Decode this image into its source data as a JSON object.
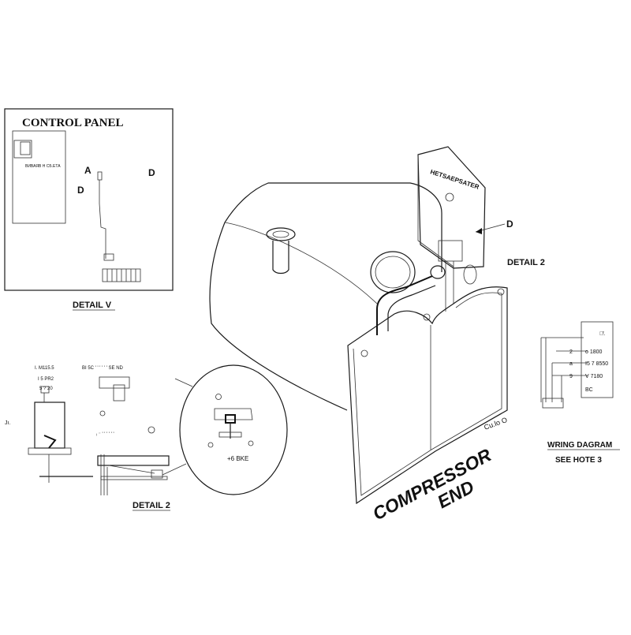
{
  "control_panel": {
    "title": "CONTROL PANEL",
    "inner_label": "ВИВАЯВ Н СБ.ЕТА",
    "letter_a": "A",
    "letter_d1": "D",
    "letter_d2": "D"
  },
  "detail_v": {
    "caption": "DETAIL V"
  },
  "tank": {
    "sign_text": "НЕТЅАЕРЅАТЕR",
    "callout_d": "D",
    "callout_detail": "DETAIL 2",
    "end_label_1": "COMPRESSOR",
    "end_label_2": "END",
    "small_label": "Cu.lo O"
  },
  "wiring": {
    "caption_1": "WRING DAGRAM",
    "caption_2": "SEE HOTE 3",
    "top_label": "Ͳͬ.",
    "rows": [
      {
        "num": "2",
        "text": "o 1800"
      },
      {
        "num": "a",
        "text": "I5 7 8550"
      },
      {
        "num": "9",
        "text": "V 7180"
      }
    ],
    "bottom_label": "ΒC"
  },
  "detail_2": {
    "caption": "DETAIL 2",
    "header_left": "I. M115.5",
    "header_left_2": "Ι 5 ΡR2",
    "header_left_3": "5 ? 20",
    "header_mid": "ΒΙ 5C ' ' ' ' ' ' SЕ ΝD",
    "side_label": "Jı.",
    "circle_label": "+6 BKE"
  }
}
